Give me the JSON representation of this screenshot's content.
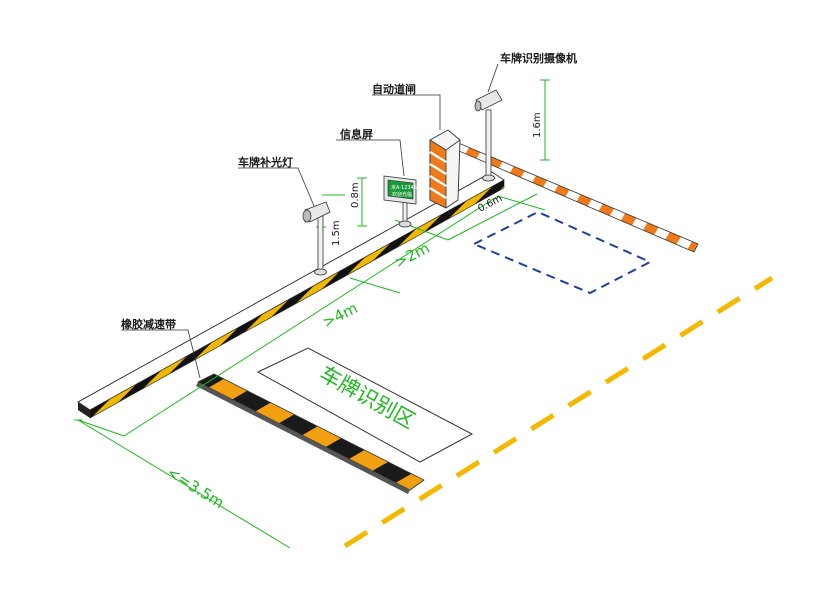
{
  "labels": {
    "camera": "车牌识别摄像机",
    "barrier": "自动道闸",
    "screen": "信息屏",
    "fill_light": "车牌补光灯",
    "speed_bump": "橡胶减速带",
    "recognition_zone": "车牌识别区"
  },
  "dimensions": {
    "camera_height": "1.6m",
    "screen_height": "0.8m",
    "light_height": "1.5m",
    "island_gap": "0.6m",
    "barrier_distance": ">2m",
    "light_distance": ">4m",
    "lane_width": "<=3.5m"
  },
  "screen_text": {
    "line1": "京A·12345",
    "line2": "欢迎光临"
  },
  "colors": {
    "dimension_green": "#1db81d",
    "hazard_black": "#111111",
    "hazard_yellow": "#f0b800",
    "barrier_orange": "#f07a1a",
    "lane_line_yellow": "#f5b800",
    "parking_box_blue": "#1f3fa0"
  }
}
